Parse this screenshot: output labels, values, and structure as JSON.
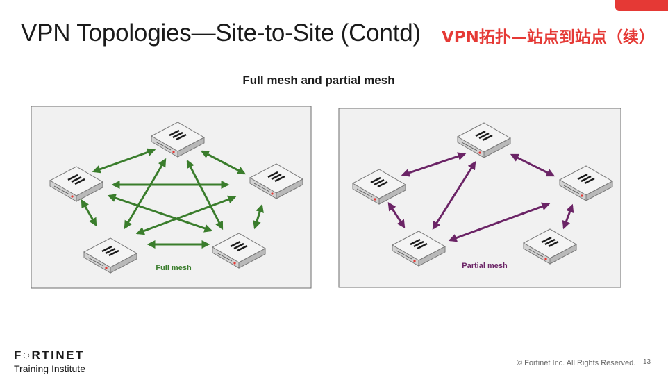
{
  "slide": {
    "title": "VPN Topologies—Site-to-Site (Contd)",
    "title_cn": "VPN拓扑—站点到站点（续）",
    "subtitle": "Full mesh and partial mesh",
    "page_number": "13",
    "copyright": "© Fortinet Inc. All Rights Reserved."
  },
  "branding": {
    "logo_text": "F◌RTINET",
    "tagline": "Training Institute",
    "accent_color": "#e53935"
  },
  "diagrams": {
    "full_mesh": {
      "label": "Full mesh",
      "color": "#3a7d2c",
      "devices": 5,
      "device_icon": "firewall-appliance-icon"
    },
    "partial_mesh": {
      "label": "Partial mesh",
      "color": "#6b2466",
      "devices": 5,
      "device_icon": "firewall-appliance-icon"
    }
  }
}
